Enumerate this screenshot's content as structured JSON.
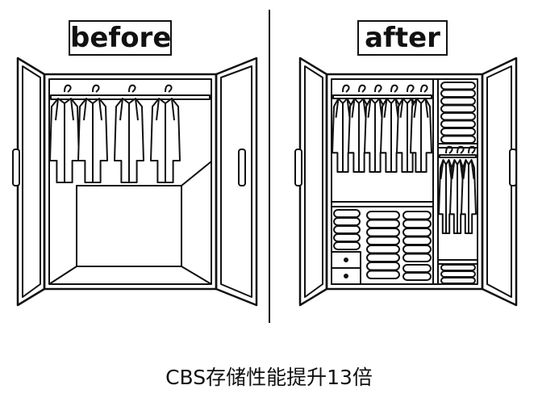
{
  "labels": {
    "before": "before",
    "after": "after"
  },
  "caption": "CBS存储性能提升13倍",
  "colors": {
    "ink": "#111111",
    "background": "#ffffff"
  }
}
